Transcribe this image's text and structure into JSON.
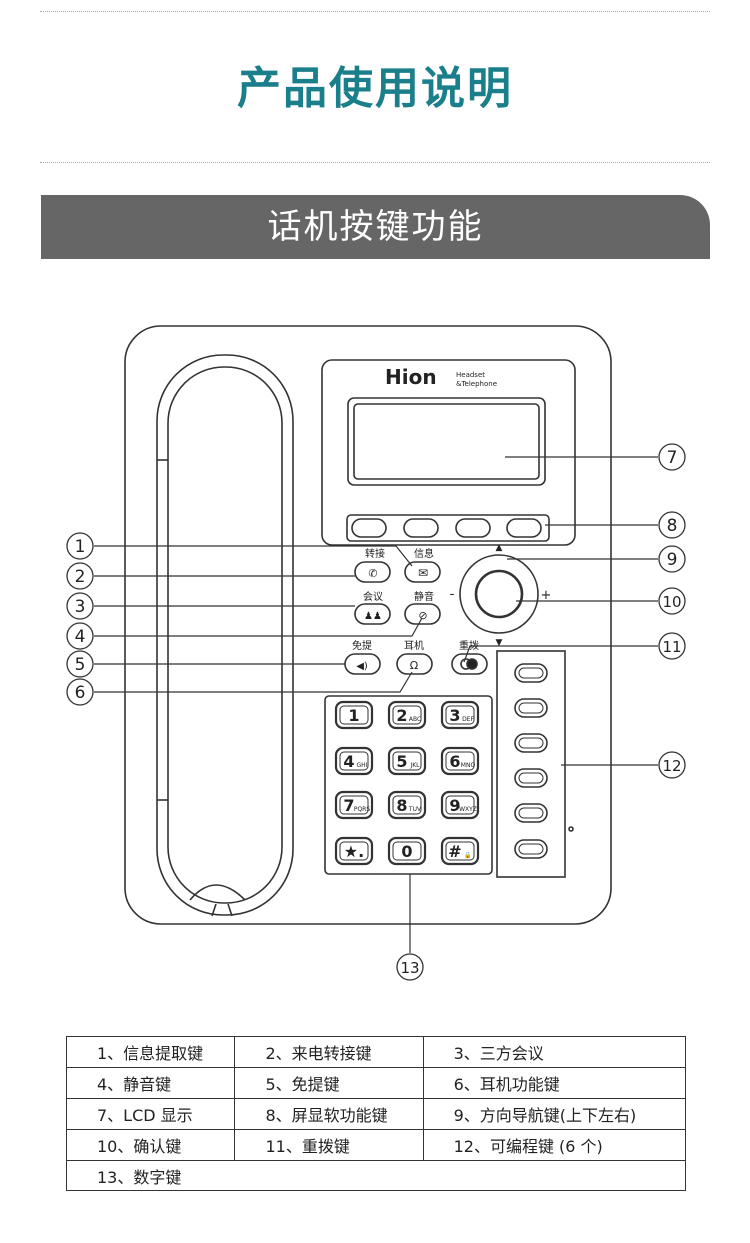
{
  "title": "产品使用说明",
  "section_title": "话机按键功能",
  "brand": {
    "logo": "Hion",
    "line1": "Headset",
    "line2": "&Telephone"
  },
  "button_labels": {
    "transfer": "转接",
    "message": "信息",
    "conference": "会议",
    "mute": "静音",
    "handsfree": "免提",
    "headset": "耳机",
    "redial": "重拨"
  },
  "icons": {
    "transfer": "phone-transfer-icon",
    "message": "envelope-icon",
    "conference": "people-icon",
    "mute": "mute-mic-icon",
    "handsfree": "speaker-icon",
    "headset": "headset-icon",
    "redial": "redial-icon"
  },
  "nav_signs": {
    "minus": "-",
    "plus": "+"
  },
  "keypad": [
    {
      "digit": "1",
      "letters": ""
    },
    {
      "digit": "2",
      "letters": "ABC"
    },
    {
      "digit": "3",
      "letters": "DEF"
    },
    {
      "digit": "4",
      "letters": "GHI"
    },
    {
      "digit": "5",
      "letters": "JKL"
    },
    {
      "digit": "6",
      "letters": "MNO"
    },
    {
      "digit": "7",
      "letters": "PQRS"
    },
    {
      "digit": "8",
      "letters": "TUV"
    },
    {
      "digit": "9",
      "letters": "WXYZ"
    },
    {
      "digit": "★.",
      "letters": ""
    },
    {
      "digit": "0",
      "letters": ""
    },
    {
      "digit": "#",
      "letters": "🔒"
    }
  ],
  "callouts": [
    "1",
    "2",
    "3",
    "4",
    "5",
    "6",
    "7",
    "8",
    "9",
    "10",
    "11",
    "12",
    "13"
  ],
  "legend": [
    [
      "1、信息提取键",
      "2、来电转接键",
      "3、三方会议"
    ],
    [
      "4、静音键",
      "5、免提键",
      "6、耳机功能键"
    ],
    [
      "7、LCD 显示",
      "8、屏显软功能键",
      "9、方向导航键(上下左右)"
    ],
    [
      "10、确认键",
      "11、重拨键",
      "12、可编程键 (6 个)"
    ],
    [
      "13、数字键"
    ]
  ],
  "colors": {
    "title": "#1a7f8a",
    "banner": "#666666",
    "line": "#333333"
  }
}
